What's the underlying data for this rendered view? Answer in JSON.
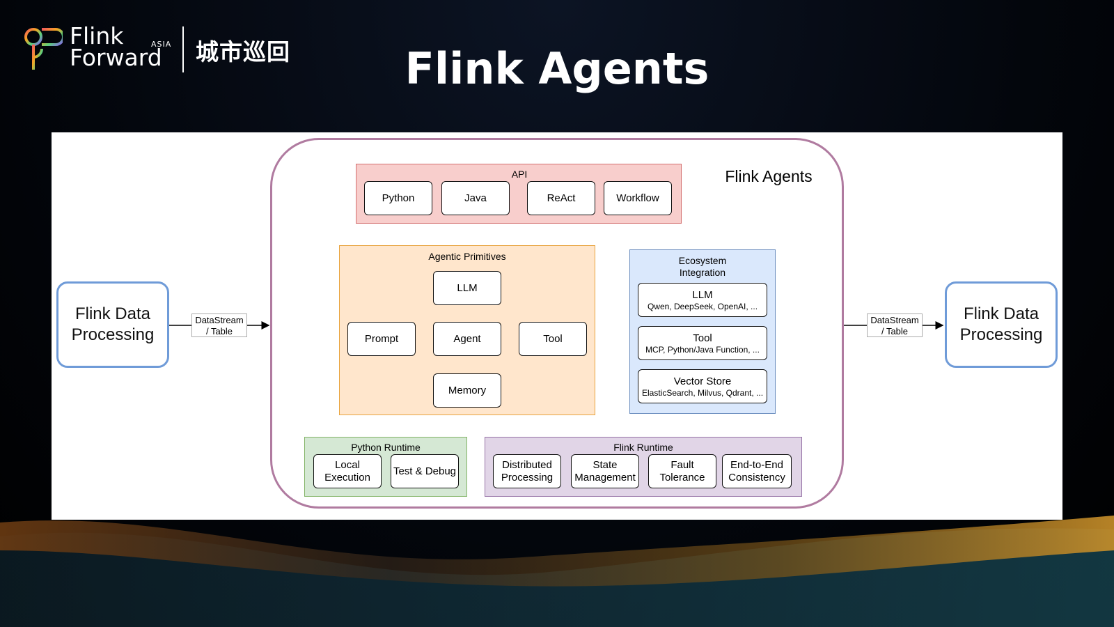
{
  "header": {
    "logo_line1": "Flink",
    "logo_line2": "Forward",
    "logo_region": "ASIA",
    "logo_cn": "城市巡回",
    "title": "Flink Agents"
  },
  "diagram": {
    "frame_title": "Flink Agents",
    "left_node": [
      "Flink Data",
      "Processing"
    ],
    "right_node": [
      "Flink Data",
      "Processing"
    ],
    "left_tag": [
      "DataStream",
      "/ Table"
    ],
    "right_tag": [
      "DataStream",
      "/ Table"
    ],
    "api": {
      "title": "API",
      "items": [
        "Python",
        "Java",
        "ReAct",
        "Workflow"
      ]
    },
    "primitives": {
      "title": "Agentic Primitives",
      "llm": "LLM",
      "prompt": "Prompt",
      "agent": "Agent",
      "tool": "Tool",
      "memory": "Memory"
    },
    "ecosystem": {
      "title": [
        "Ecosystem",
        "Integration"
      ],
      "items": [
        {
          "name": "LLM",
          "detail": "Qwen, DeepSeek,  OpenAI, ..."
        },
        {
          "name": "Tool",
          "detail": "MCP, Python/Java Function, ..."
        },
        {
          "name": "Vector Store",
          "detail": "ElasticSearch, Milvus, Qdrant, ..."
        }
      ]
    },
    "python_runtime": {
      "title": "Python Runtime",
      "items": [
        [
          "Local",
          "Execution"
        ],
        [
          "Test & Debug"
        ]
      ]
    },
    "flink_runtime": {
      "title": "Flink Runtime",
      "items": [
        [
          "Distributed",
          "Processing"
        ],
        [
          "State",
          "Management"
        ],
        [
          "Fault",
          "Tolerance"
        ],
        [
          "End-to-End",
          "Consistency"
        ]
      ]
    }
  },
  "colors": {
    "frame_border": "#b07ba0",
    "api_fill": "#f8cecc",
    "api_border": "#d36f6f",
    "primitives_fill": "#ffe6cc",
    "primitives_border": "#e8a33d",
    "ecosystem_fill": "#dae8fc",
    "ecosystem_border": "#6c8ebf",
    "python_fill": "#d5e8d4",
    "python_border": "#82b366",
    "flink_fill": "#e1d5e7",
    "flink_border": "#9673a6",
    "node_border": "#6f9bd8"
  }
}
